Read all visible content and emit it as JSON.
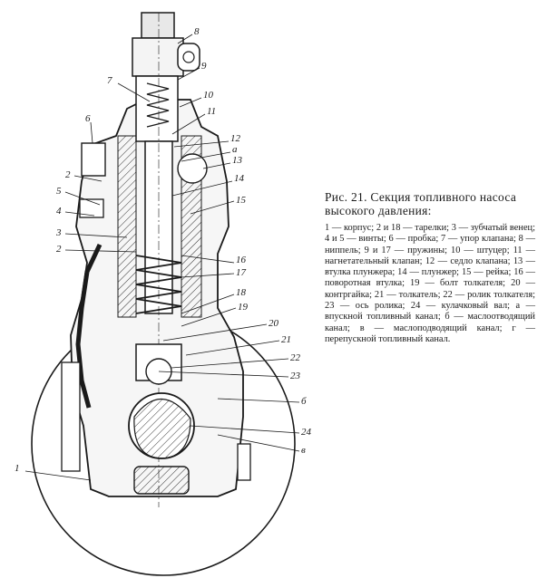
{
  "caption": {
    "title": "Рис. 21. Секция топливного насоса высокого давления:",
    "legend": "1 — корпус; 2 и 18 — тарелки; 3 — зубчатый венец; 4 и 5 — винты; 6 — пробка; 7 — упор клапана; 8 — ниппель; 9 и 17 — пружины; 10 — штуцер; 11 — нагнетательный клапан; 12 — седло клапана; 13 — втулка плунжера; 14 — плунжер; 15 — рейка; 16 — поворотная втулка; 19 — болт толкателя; 20 — контргайка; 21 — толкатель; 22 — ролик толкателя; 23 — ось ролика; 24 — кулачковый вал; а — впускной топливный канал; б — маслоотводящий канал; в — маслоподводящий канал; г — перепускной топливный канал."
  },
  "callouts": [
    "8",
    "9",
    "7",
    "10",
    "11",
    "6",
    "12",
    "а",
    "13",
    "2",
    "14",
    "5",
    "15",
    "4",
    "3",
    "2",
    "16",
    "17",
    "18",
    "19",
    "20",
    "21",
    "22",
    "23",
    "б",
    "24",
    "в",
    "1"
  ]
}
